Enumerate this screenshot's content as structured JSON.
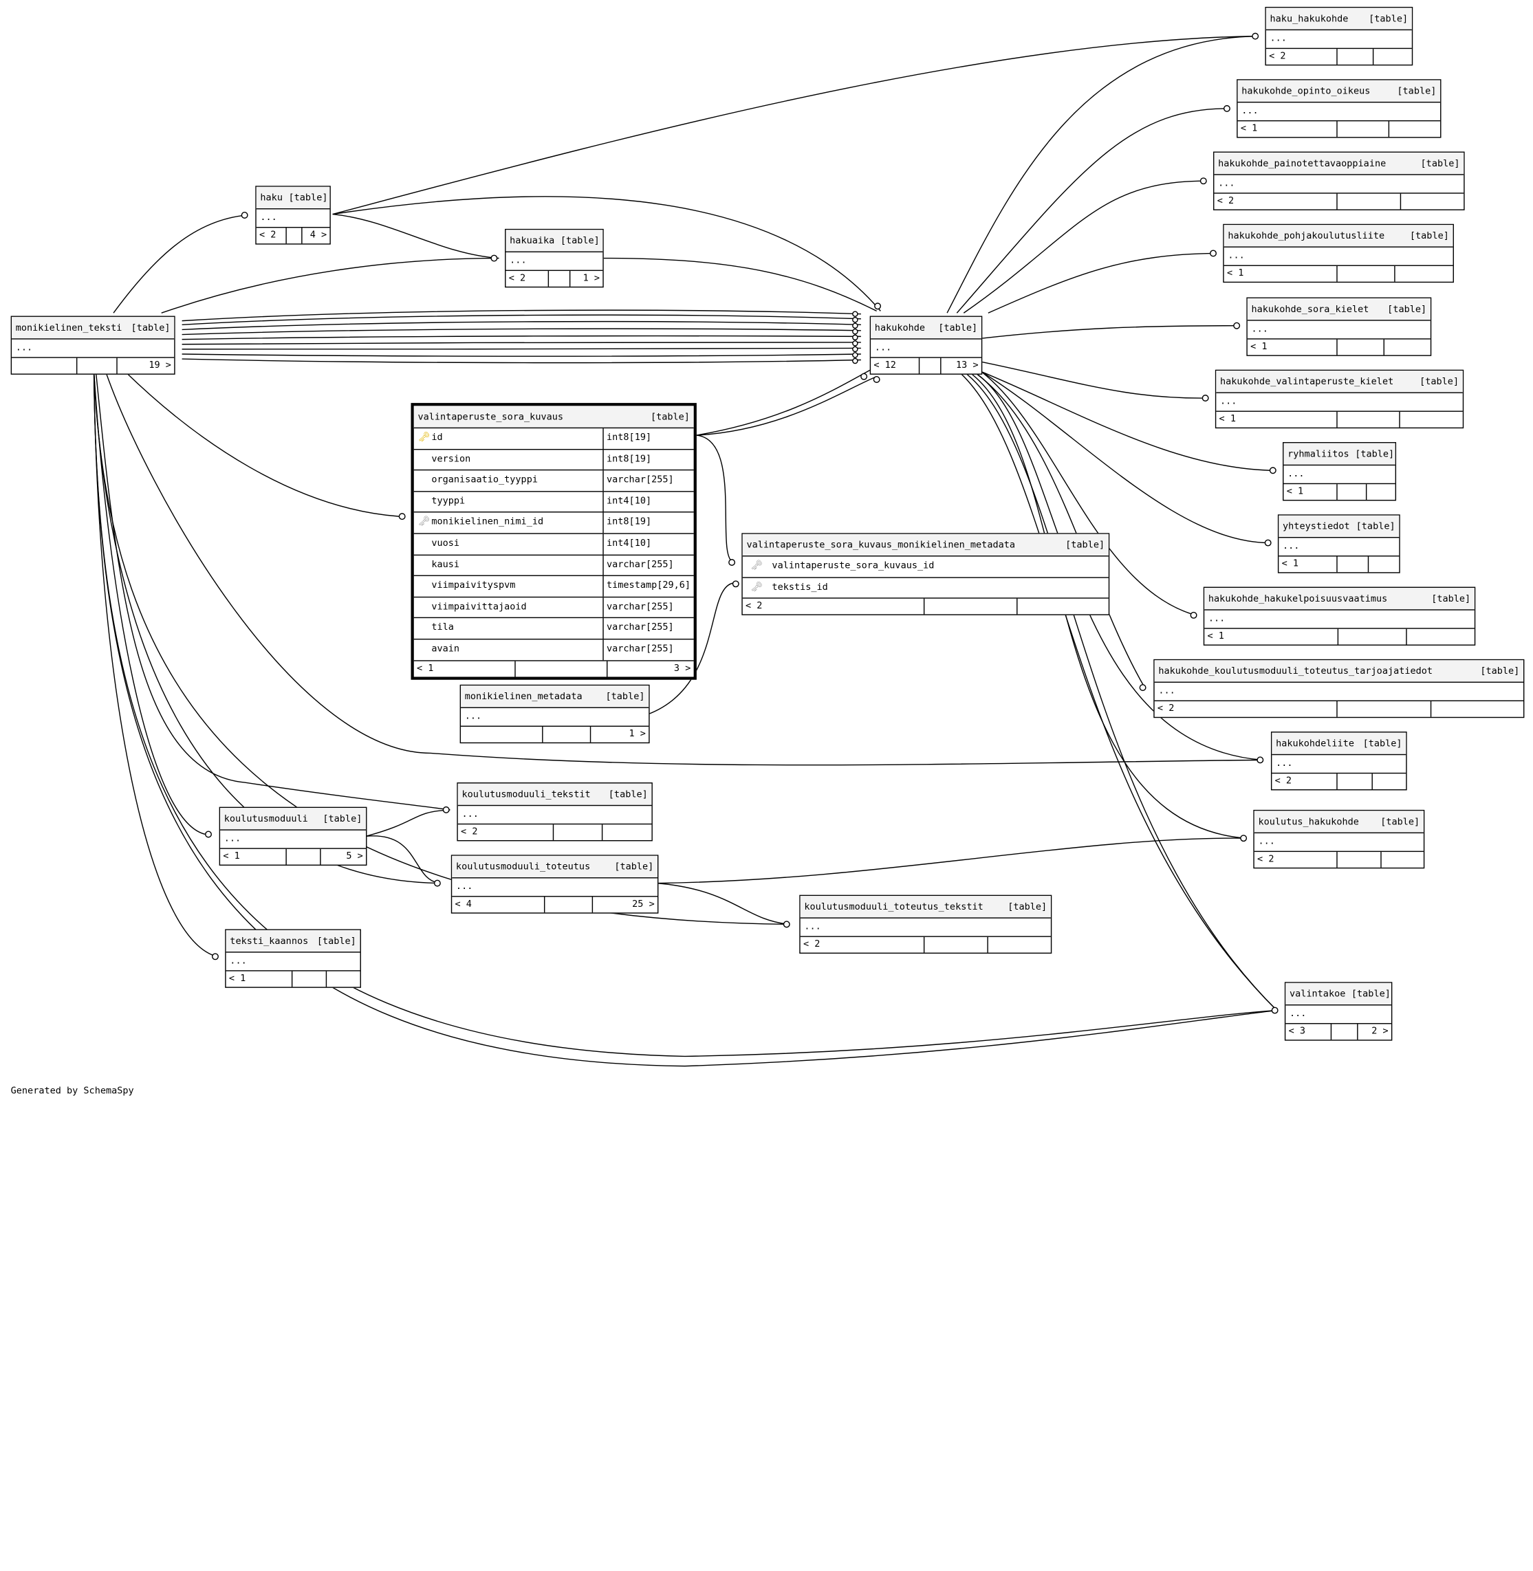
{
  "tag": "[table]",
  "ellipsis": "...",
  "generated_by": "Generated by SchemaSpy",
  "tables": {
    "haku_hakukohde": {
      "name": "haku_hakukohde",
      "foot": [
        "< 2",
        "",
        ""
      ]
    },
    "hakukohde_opinto_oikeus": {
      "name": "hakukohde_opinto_oikeus",
      "foot": [
        "< 1",
        "",
        ""
      ]
    },
    "hakukohde_painotettavaoppiaine": {
      "name": "hakukohde_painotettavaoppiaine",
      "foot": [
        "< 2",
        "",
        ""
      ]
    },
    "hakukohde_pohjakoulutusliite": {
      "name": "hakukohde_pohjakoulutusliite",
      "foot": [
        "< 1",
        "",
        ""
      ]
    },
    "hakukohde_sora_kielet": {
      "name": "hakukohde_sora_kielet",
      "foot": [
        "< 1",
        "",
        ""
      ]
    },
    "hakukohde_valintaperuste_kielet": {
      "name": "hakukohde_valintaperuste_kielet",
      "foot": [
        "< 1",
        "",
        ""
      ]
    },
    "ryhmaliitos": {
      "name": "ryhmaliitos",
      "foot": [
        "< 1",
        "",
        ""
      ]
    },
    "yhteystiedot": {
      "name": "yhteystiedot",
      "foot": [
        "< 1",
        "",
        ""
      ]
    },
    "hakukohde_hakukelpoisuusvaatimus": {
      "name": "hakukohde_hakukelpoisuusvaatimus",
      "foot": [
        "< 1",
        "",
        ""
      ]
    },
    "hakukohde_koulutusmoduuli_toteutus_tarjoajatiedot": {
      "name": "hakukohde_koulutusmoduuli_toteutus_tarjoajatiedot",
      "foot": [
        "< 2",
        "",
        ""
      ]
    },
    "hakukohdeliite": {
      "name": "hakukohdeliite",
      "foot": [
        "< 2",
        "",
        ""
      ]
    },
    "koulutus_hakukohde": {
      "name": "koulutus_hakukohde",
      "foot": [
        "< 2",
        "",
        ""
      ]
    },
    "valintakoe": {
      "name": "valintakoe",
      "foot": [
        "< 3",
        "",
        "2 >"
      ]
    },
    "haku": {
      "name": "haku",
      "foot": [
        "< 2",
        "",
        "4 >"
      ]
    },
    "hakuaika": {
      "name": "hakuaika",
      "foot": [
        "< 2",
        "",
        "1 >"
      ]
    },
    "monikielinen_teksti": {
      "name": "monikielinen_teksti",
      "foot": [
        "",
        "",
        "19 >"
      ]
    },
    "hakukohde": {
      "name": "hakukohde",
      "foot": [
        "< 12",
        "",
        "13 >"
      ]
    },
    "valintaperuste_sora_kuvaus_monikielinen_metadata": {
      "name": "valintaperuste_sora_kuvaus_monikielinen_metadata",
      "columns": [
        "valintaperuste_sora_kuvaus_id",
        "tekstis_id"
      ],
      "foot": [
        "< 2",
        "",
        ""
      ]
    },
    "monikielinen_metadata": {
      "name": "monikielinen_metadata",
      "foot": [
        "",
        "",
        "1 >"
      ]
    },
    "koulutusmoduuli_tekstit": {
      "name": "koulutusmoduuli_tekstit",
      "foot": [
        "< 2",
        "",
        ""
      ]
    },
    "koulutusmoduuli": {
      "name": "koulutusmoduuli",
      "foot": [
        "< 1",
        "",
        "5 >"
      ]
    },
    "koulutusmoduuli_toteutus": {
      "name": "koulutusmoduuli_toteutus",
      "foot": [
        "< 4",
        "",
        "25 >"
      ]
    },
    "koulutusmoduuli_toteutus_tekstit": {
      "name": "koulutusmoduuli_toteutus_tekstit",
      "foot": [
        "< 2",
        "",
        ""
      ]
    },
    "teksti_kaannos": {
      "name": "teksti_kaannos",
      "foot": [
        "< 1",
        "",
        ""
      ]
    }
  },
  "focus": {
    "name": "valintaperuste_sora_kuvaus",
    "columns": [
      {
        "name": "id",
        "type": "int8[19]",
        "key": "pk"
      },
      {
        "name": "version",
        "type": "int8[19]",
        "key": ""
      },
      {
        "name": "organisaatio_tyyppi",
        "type": "varchar[255]",
        "key": ""
      },
      {
        "name": "tyyppi",
        "type": "int4[10]",
        "key": ""
      },
      {
        "name": "monikielinen_nimi_id",
        "type": "int8[19]",
        "key": "fk"
      },
      {
        "name": "vuosi",
        "type": "int4[10]",
        "key": ""
      },
      {
        "name": "kausi",
        "type": "varchar[255]",
        "key": ""
      },
      {
        "name": "viimpaivityspvm",
        "type": "timestamp[29,6]",
        "key": ""
      },
      {
        "name": "viimpaivittajaoid",
        "type": "varchar[255]",
        "key": ""
      },
      {
        "name": "tila",
        "type": "varchar[255]",
        "key": ""
      },
      {
        "name": "avain",
        "type": "varchar[255]",
        "key": ""
      }
    ],
    "foot": [
      "< 1",
      "",
      "3 >"
    ]
  }
}
